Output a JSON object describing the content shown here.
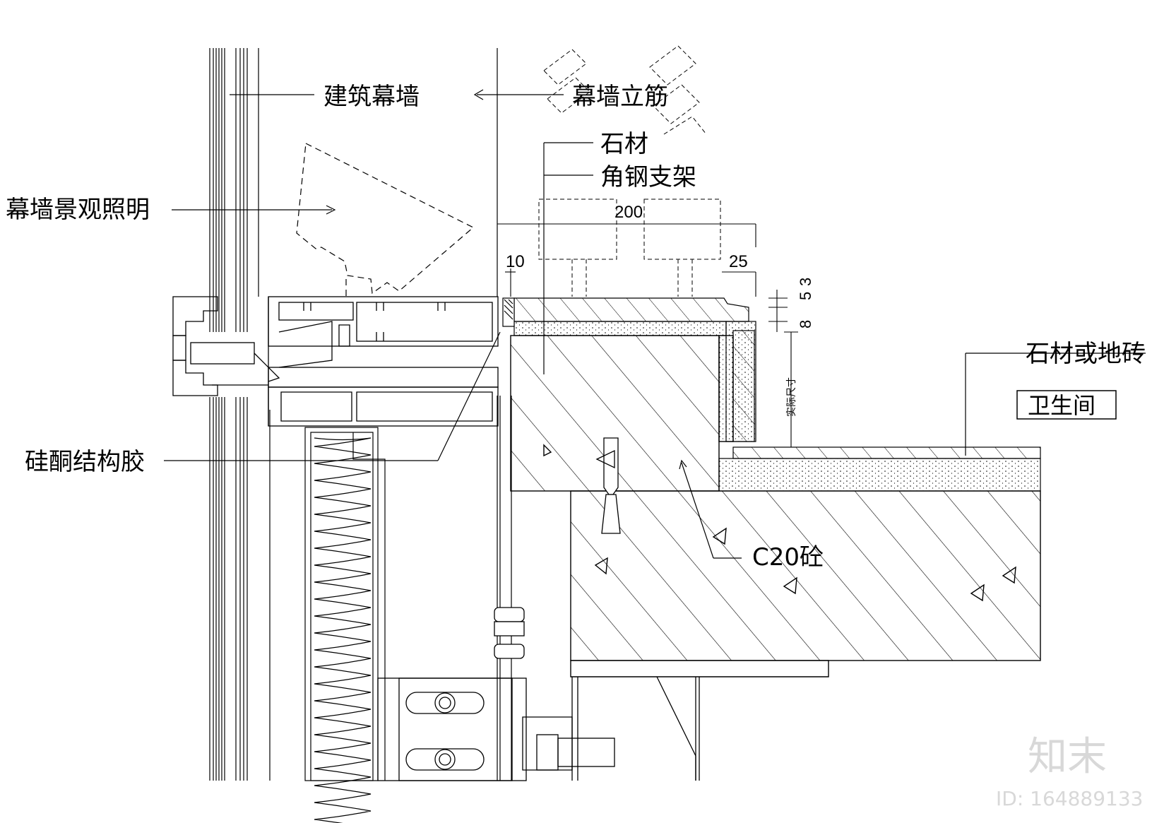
{
  "labels": {
    "curtain_wall": "建筑幕墙",
    "mullion": "幕墙立筋",
    "stone": "石材",
    "angle_bracket": "角钢支架",
    "lighting": "幕墙景观照明",
    "sealant": "硅酮结构胶",
    "stone_or_tile": "石材或地砖",
    "room": "卫生间",
    "concrete": "C20砼",
    "actual_size": "实际尺寸"
  },
  "dimensions": {
    "d200": "200",
    "d10": "10",
    "d25": "25",
    "d5": "5",
    "d3": "3",
    "d8": "8"
  },
  "watermark": {
    "logo": "知末",
    "id": "ID: 164889133"
  }
}
